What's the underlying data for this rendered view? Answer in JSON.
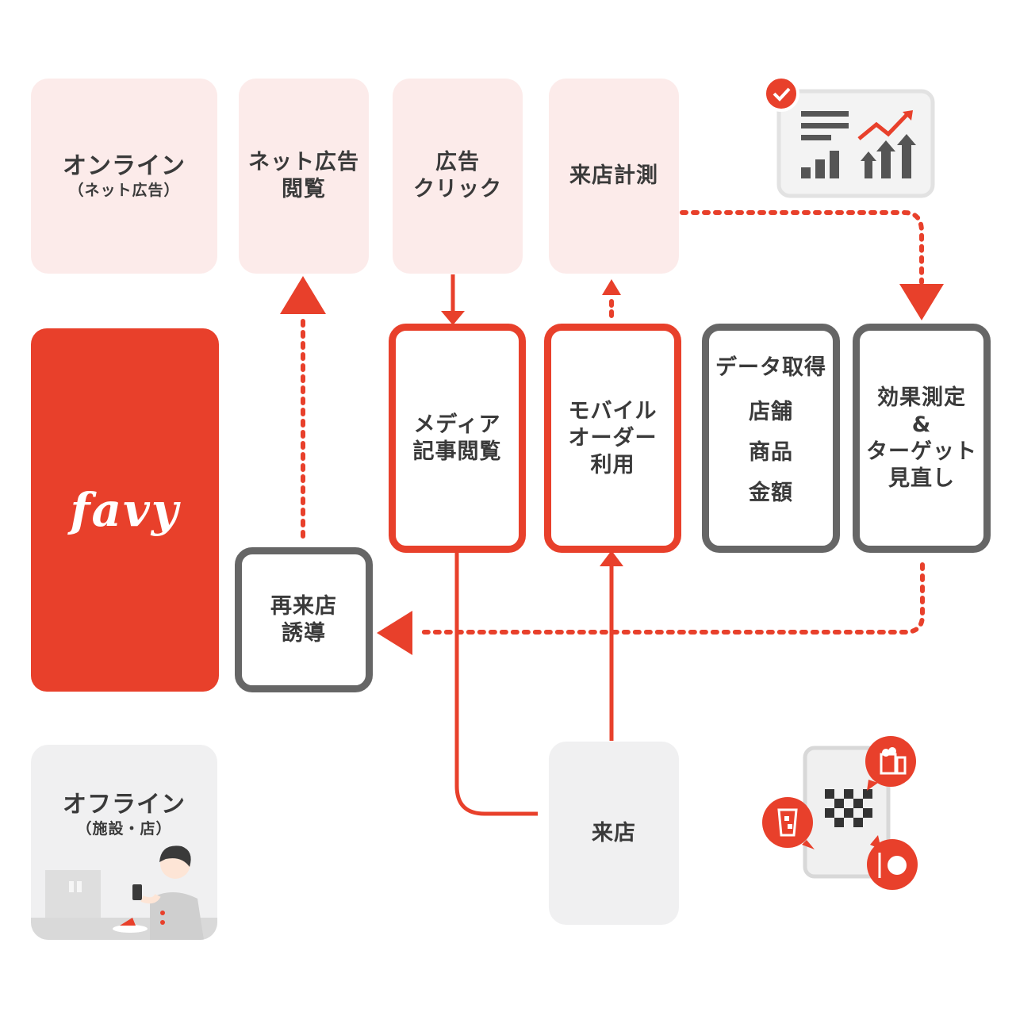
{
  "nodes": {
    "online": {
      "title": "オンライン",
      "sub": "（ネット広告）"
    },
    "net_ad_view": {
      "lines": [
        "ネット広告",
        "閲覧"
      ]
    },
    "ad_click": {
      "lines": [
        "広告",
        "クリック"
      ]
    },
    "store_measure": {
      "lines": [
        "来店計測"
      ]
    },
    "media_article": {
      "lines": [
        "メディア",
        "記事閲覧"
      ]
    },
    "mobile_order": {
      "lines": [
        "モバイル",
        "オーダー",
        "利用"
      ]
    },
    "data_acquisition": {
      "lines": [
        "データ取得",
        "店舗",
        "商品",
        "金額"
      ]
    },
    "effect_measure": {
      "lines": [
        "効果測定",
        "&",
        "ターゲット",
        "見直し"
      ]
    },
    "revisit": {
      "lines": [
        "再来店",
        "誘導"
      ]
    },
    "visit": {
      "lines": [
        "来店"
      ]
    },
    "offline": {
      "title": "オフライン",
      "sub": "（施設・店）"
    }
  },
  "brand": {
    "logo_text": "favy"
  },
  "colors": {
    "accent": "#e8402b",
    "dark_border": "#666666",
    "pink_bg": "#fcebea",
    "grey_bg": "#f0f0f1",
    "text": "#3a3a3a"
  },
  "icons": [
    "analytics-chart-icon",
    "check-badge-icon",
    "qr-order-icon",
    "beer-icon",
    "drink-icon",
    "dining-icon",
    "person-with-phone-illustration"
  ]
}
